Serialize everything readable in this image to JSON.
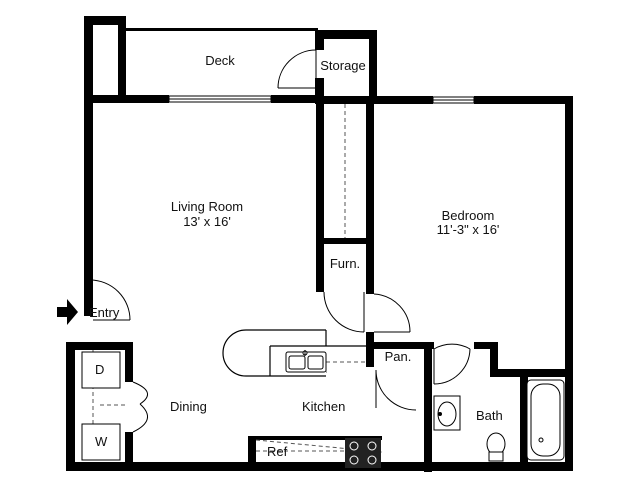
{
  "rooms": {
    "deck": "Deck",
    "storage": "Storage",
    "living": {
      "name": "Living Room",
      "size": "13' x 16'"
    },
    "bedroom": {
      "name": "Bedroom",
      "size": "11'-3\" x 16'"
    },
    "furn": "Furn.",
    "entry": "Entry",
    "pantry": "Pan.",
    "dining": "Dining",
    "kitchen": "Kitchen",
    "bath": "Bath",
    "ref": "Ref",
    "dryer": "D",
    "washer": "W"
  },
  "colors": {
    "wall": "#000000",
    "fixture": "#444444",
    "background": "#ffffff"
  }
}
